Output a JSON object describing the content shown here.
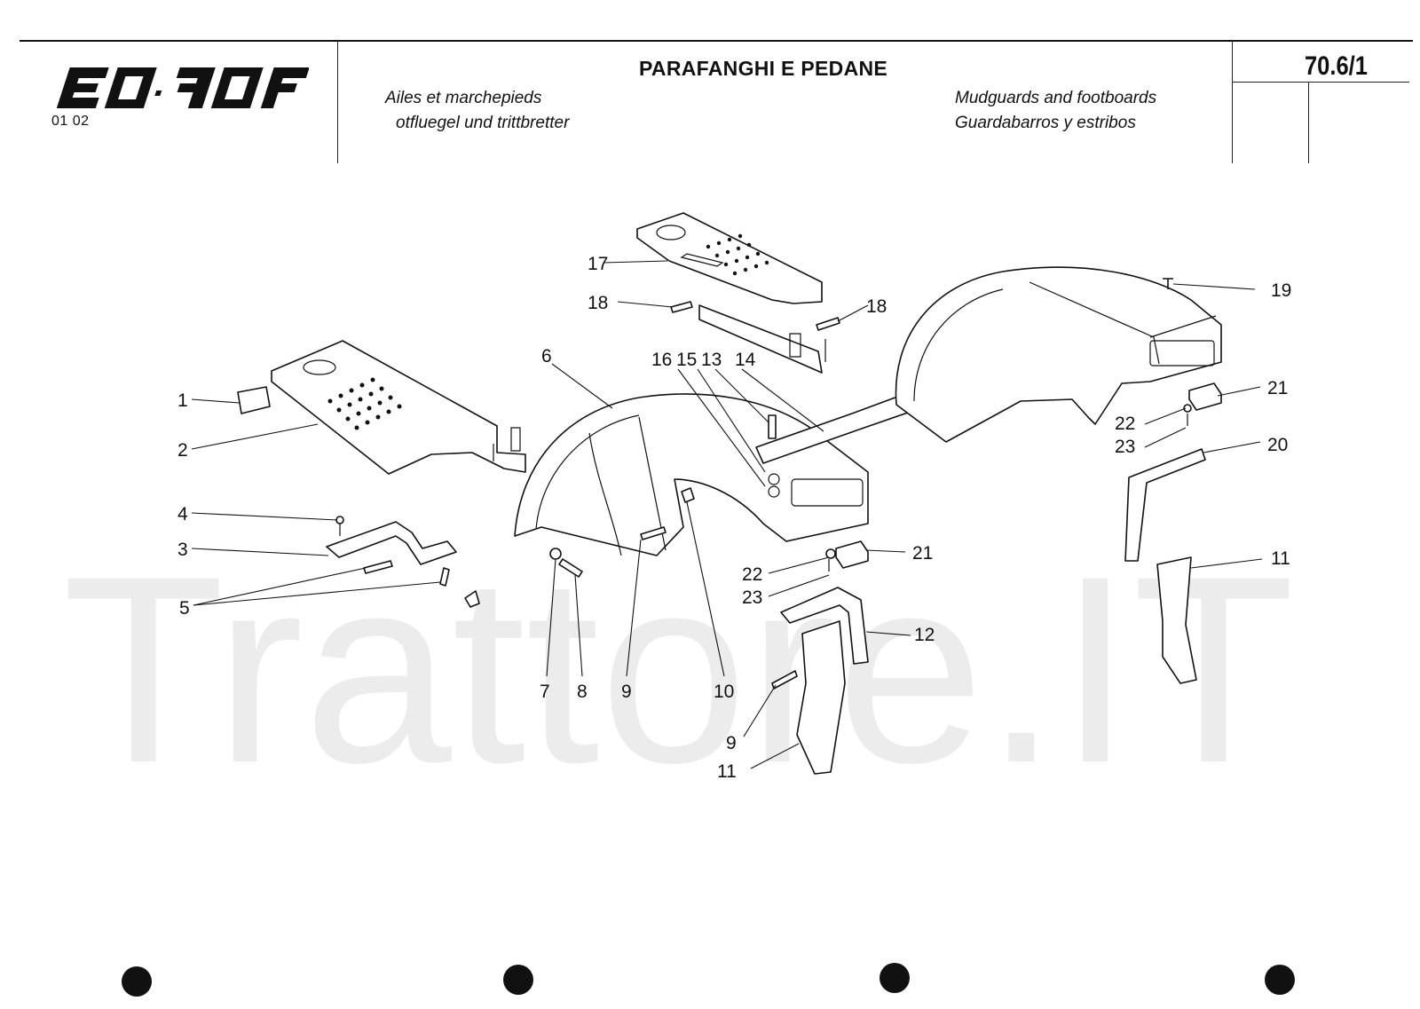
{
  "header": {
    "model_code": "01 02",
    "title": "PARAFANGHI E PEDANE",
    "subtitles": {
      "fr": "Ailes et marchepieds",
      "de": "otfluegel und trittbretter",
      "en": "Mudguards and footboards",
      "es": "Guardabarros y estribos"
    },
    "page_number": "70.6/1"
  },
  "logo": {
    "icon": "brand-logo-icon"
  },
  "watermark": "Trattore.IT",
  "callouts": {
    "c1": "1",
    "c2": "2",
    "c3": "3",
    "c4": "4",
    "c5": "5",
    "c6": "6",
    "c7": "7",
    "c8": "8",
    "c9a": "9",
    "c9b": "9",
    "c10": "10",
    "c11a": "11",
    "c11b": "11",
    "c12": "12",
    "c13": "13",
    "c14": "14",
    "c15": "15",
    "c16": "16",
    "c17": "17",
    "c18a": "18",
    "c18b": "18",
    "c19": "19",
    "c20": "20",
    "c21a": "21",
    "c21b": "21",
    "c22a": "22",
    "c22b": "22",
    "c23a": "23",
    "c23b": "23"
  },
  "colors": {
    "ink": "#111111",
    "watermark": "#ececec",
    "paper": "#ffffff"
  }
}
